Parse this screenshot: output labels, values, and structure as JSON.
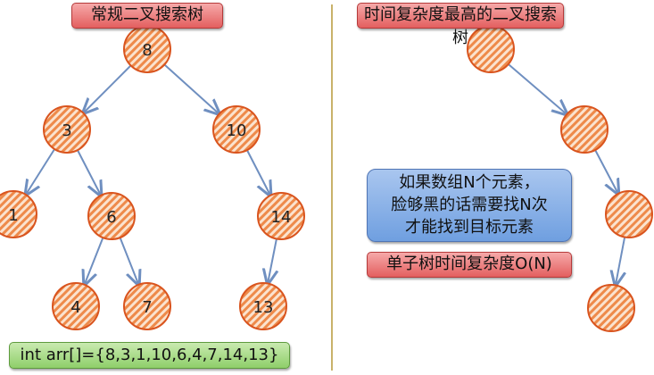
{
  "left": {
    "title": "常规二叉搜索树",
    "nodes": [
      "8",
      "3",
      "10",
      "1",
      "6",
      "14",
      "4",
      "7",
      "13"
    ],
    "array_label": "int arr[]={8,3,1,10,6,4,7,14,13}"
  },
  "right": {
    "title": "时间复杂度最高的二叉搜索树",
    "note_lines": [
      "如果数组N个元素，",
      "脸够黑的话需要找N次",
      "才能找到目标元素"
    ],
    "complexity_label": "单子树时间复杂度O(N)"
  },
  "colors": {
    "node_fill": "#f4a261",
    "node_stroke": "#d9541e",
    "edge": "#6f8fc0",
    "divider": "#c9b26a"
  }
}
